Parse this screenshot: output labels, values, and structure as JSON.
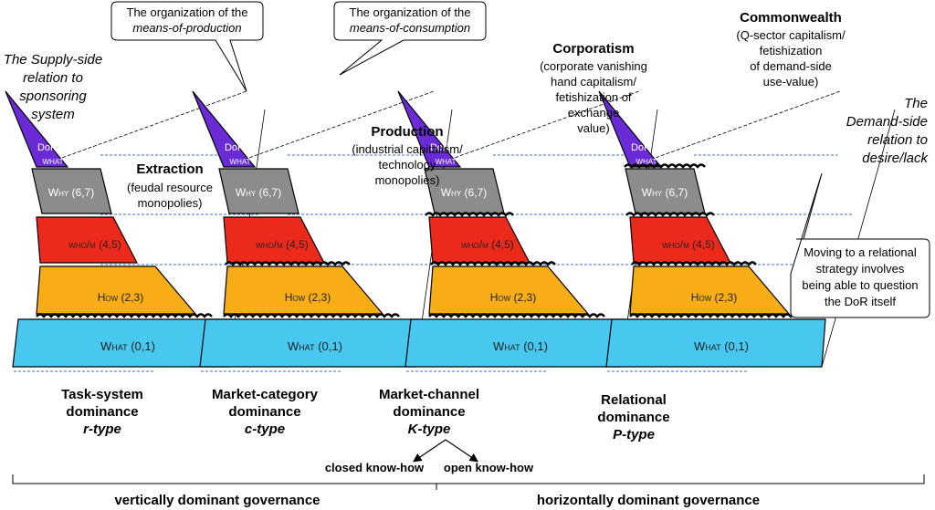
{
  "callouts": {
    "production_means": [
      "The organization of the",
      "means-of-production"
    ],
    "consumption_means": [
      "The organization of the",
      "means-of-consumption"
    ],
    "relational_strategy": [
      "Moving to a relational",
      "strategy  involves",
      "being able to question",
      "the DoR itself"
    ]
  },
  "side_notes": {
    "supply": [
      "The Supply-side",
      "relation to",
      "sponsoring",
      "system"
    ],
    "demand": [
      "The",
      "Demand-side",
      "relation to",
      "desire/lack"
    ]
  },
  "stages": {
    "extraction": {
      "title": "Extraction",
      "desc": [
        "(feudal resource",
        "monopolies)"
      ]
    },
    "production": {
      "title": "Production",
      "desc": [
        "(industrial capitalism/",
        "technology",
        "monopolies)"
      ]
    },
    "corporatism": {
      "title": "Corporatism",
      "desc": [
        "(corporate vanishing",
        "hand capitalism/",
        "fetishization of",
        "exchange",
        "value)"
      ]
    },
    "commonwealth": {
      "title": "Commonwealth",
      "desc": [
        "(Q-sector capitalism/",
        "fetishization",
        "of demand-side",
        "use-value)"
      ]
    }
  },
  "layers": {
    "dor": "DoR",
    "what_small": "WHAT",
    "why": "Why (6,7)",
    "whom": "who/m (4,5)",
    "how": "How (2,3)",
    "what": "What (0,1)"
  },
  "columns": [
    {
      "label": [
        "Task-system",
        "dominance"
      ],
      "type": "r-type"
    },
    {
      "label": [
        "Market-category",
        "dominance"
      ],
      "type": "c-type"
    },
    {
      "label": [
        "Market-channel",
        "dominance"
      ],
      "type": "K-type"
    },
    {
      "label": [
        "Relational",
        "dominance"
      ],
      "type": "P-type"
    }
  ],
  "know_how": {
    "closed": "closed know-how",
    "open": "open know-how"
  },
  "governance": {
    "vertical": "vertically dominant governance",
    "horizontal": "horizontally dominant governance"
  },
  "colors": {
    "dor": "#6a2bd6",
    "why": "#8c8c8c",
    "whom": "#ec2a1c",
    "how": "#f7ae16",
    "what": "#48c8ef",
    "dash": "#3a6fd8"
  }
}
